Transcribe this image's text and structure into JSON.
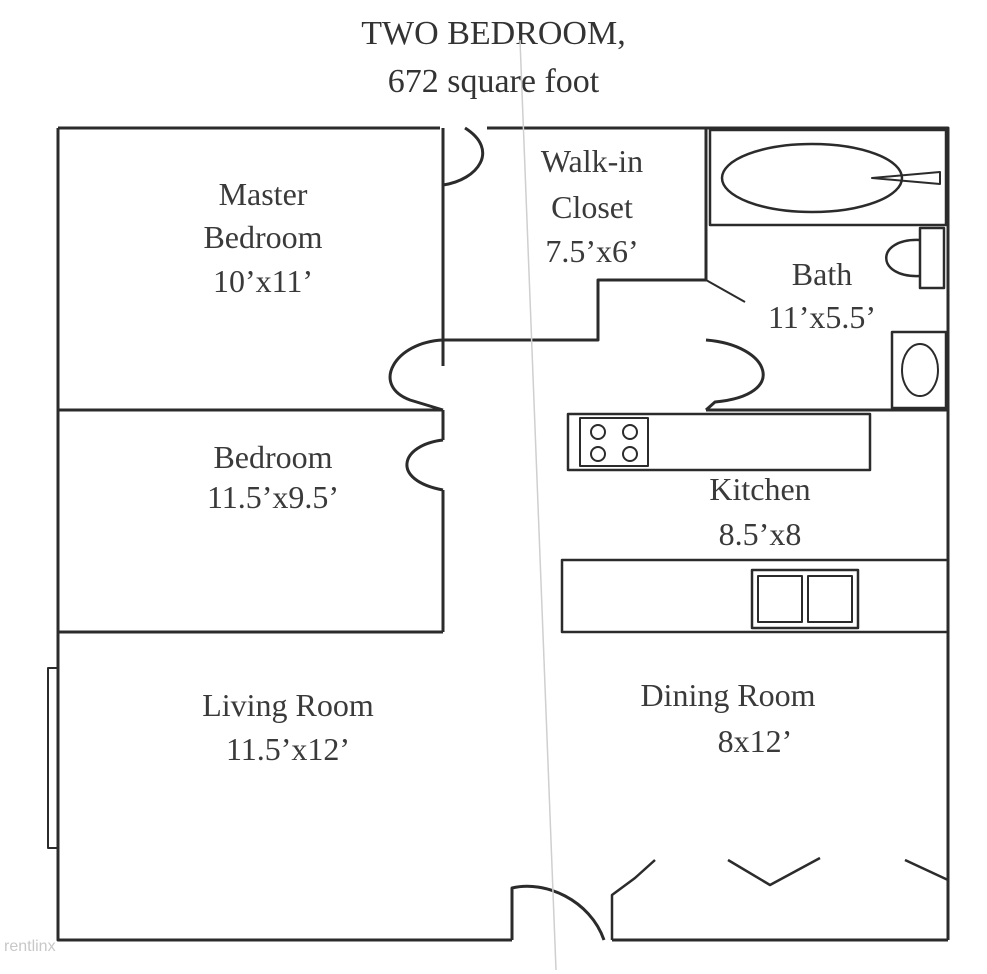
{
  "plan": {
    "title": "TWO BEDROOM,",
    "subtitle": "672 square foot"
  },
  "rooms": {
    "master_bedroom": {
      "line1": "Master",
      "line2": "Bedroom",
      "size": "10’x11’"
    },
    "walk_in_closet": {
      "line1": "Walk-in",
      "line2": "Closet",
      "size": "7.5’x6’"
    },
    "bath": {
      "name": "Bath",
      "size": "11’x5.5’"
    },
    "bedroom": {
      "name": "Bedroom",
      "size": "11.5’x9.5’"
    },
    "kitchen": {
      "name": "Kitchen",
      "size": "8.5’x8"
    },
    "living_room": {
      "name": "Living Room",
      "size": "11.5’x12’"
    },
    "dining_room": {
      "name": "Dining Room",
      "size": "8x12’"
    }
  },
  "watermark": "rentlinx",
  "colors": {
    "wall": "#2b2b2b",
    "text": "#3a3a3a",
    "background": "#ffffff"
  }
}
